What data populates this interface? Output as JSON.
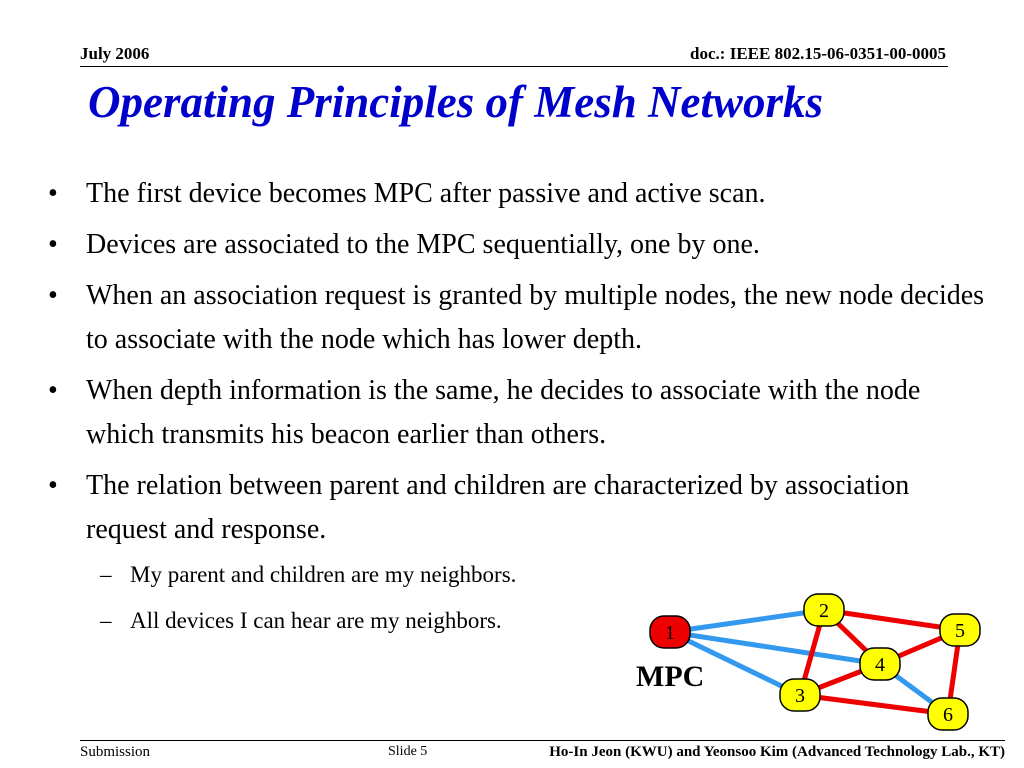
{
  "header": {
    "date": "July 2006",
    "doc_id": "doc.: IEEE 802.15-06-0351-00-0005"
  },
  "title": "Operating Principles of Mesh Networks",
  "bullets": [
    "The first device becomes MPC after passive and active scan.",
    "Devices are associated to the MPC sequentially, one by one.",
    "When an association request is granted by multiple nodes, the new node decides to associate with the node which has lower depth.",
    "When depth information is the same, he decides to associate with the node which transmits his beacon earlier than others.",
    "The relation between parent and children are characterized by association request and response."
  ],
  "sub_bullets": [
    "My parent and children are my neighbors.",
    "All devices I can hear are my neighbors."
  ],
  "diagram": {
    "mpc_label": "MPC",
    "nodes": [
      {
        "id": "1",
        "fill": "#ee0000"
      },
      {
        "id": "2",
        "fill": "#ffff00"
      },
      {
        "id": "3",
        "fill": "#ffff00"
      },
      {
        "id": "4",
        "fill": "#ffff00"
      },
      {
        "id": "5",
        "fill": "#ffff00"
      },
      {
        "id": "6",
        "fill": "#ffff00"
      }
    ],
    "links": [
      {
        "from": "1",
        "to": "2",
        "kind": "neighbor"
      },
      {
        "from": "1",
        "to": "4",
        "kind": "neighbor"
      },
      {
        "from": "1",
        "to": "3",
        "kind": "neighbor"
      },
      {
        "from": "4",
        "to": "6",
        "kind": "neighbor"
      },
      {
        "from": "2",
        "to": "5",
        "kind": "parent-child"
      },
      {
        "from": "2",
        "to": "4",
        "kind": "parent-child"
      },
      {
        "from": "2",
        "to": "3",
        "kind": "parent-child"
      },
      {
        "from": "4",
        "to": "5",
        "kind": "parent-child"
      },
      {
        "from": "4",
        "to": "3",
        "kind": "parent-child"
      },
      {
        "from": "5",
        "to": "6",
        "kind": "parent-child"
      },
      {
        "from": "3",
        "to": "6",
        "kind": "parent-child"
      }
    ],
    "colors": {
      "neighbor": "#3399ee",
      "parent-child": "#ee0000"
    }
  },
  "footer": {
    "submission": "Submission",
    "slide": "Slide 5",
    "authors": "Ho-In Jeon (KWU) and Yeonsoo Kim (Advanced Technology Lab., KT)"
  }
}
